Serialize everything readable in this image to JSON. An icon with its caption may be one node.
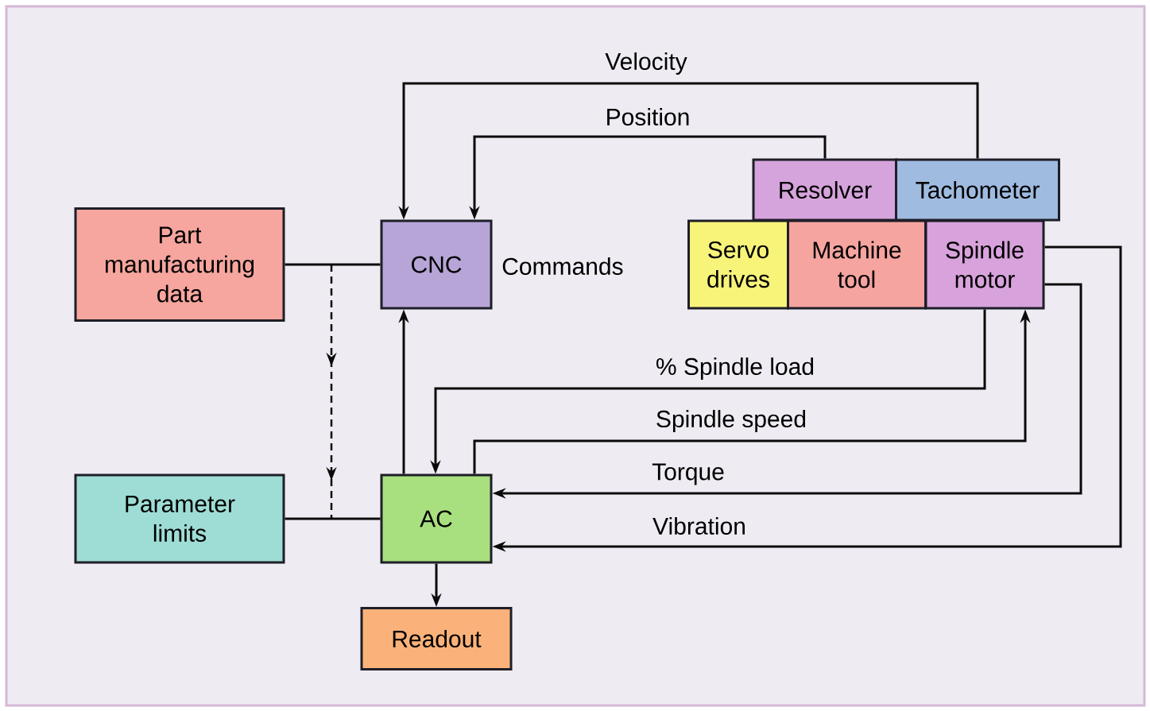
{
  "diagram": {
    "nodes": [
      {
        "text": [
          "Part manufacturing data"
        ]
      },
      {
        "text": [
          "CNC"
        ],
        "beside": [
          "Commands"
        ]
      },
      {
        "text": [
          "Parameter limits"
        ]
      },
      {
        "text": [
          "AC"
        ]
      },
      {
        "text": [
          "Readout"
        ]
      },
      {
        "text": [
          "Resolver"
        ]
      },
      {
        "text": [
          "Tachometer"
        ]
      },
      {
        "text": [
          "Servo drives"
        ]
      },
      {
        "text": [
          "Machine tool"
        ]
      },
      {
        "text": [
          "Spindle motor"
        ]
      }
    ],
    "edges": [
      {
        "from": 0,
        "to": 1,
        "arrow": "none"
      },
      {
        "from": 2,
        "to": 3,
        "arrow": "none"
      },
      {
        "from": 0,
        "to": 2,
        "arrow": "to",
        "style": "dashed"
      },
      {
        "from": 3,
        "to": 1,
        "arrow": "to"
      },
      {
        "from": 6,
        "to": 1,
        "arrow": "to",
        "label": "Velocity"
      },
      {
        "from": 5,
        "to": 1,
        "arrow": "to",
        "label": "Position"
      },
      {
        "from": 9,
        "to": 3,
        "arrow": "to",
        "label": "% Spindle load"
      },
      {
        "from": 3,
        "to": 9,
        "arrow": "to",
        "label": "Spindle speed"
      },
      {
        "from": 9,
        "to": 3,
        "arrow": "to",
        "label": "Torque"
      },
      {
        "from": 9,
        "to": 3,
        "arrow": "to",
        "label": "Vibration"
      },
      {
        "from": 3,
        "to": 4,
        "arrow": "to"
      }
    ]
  }
}
